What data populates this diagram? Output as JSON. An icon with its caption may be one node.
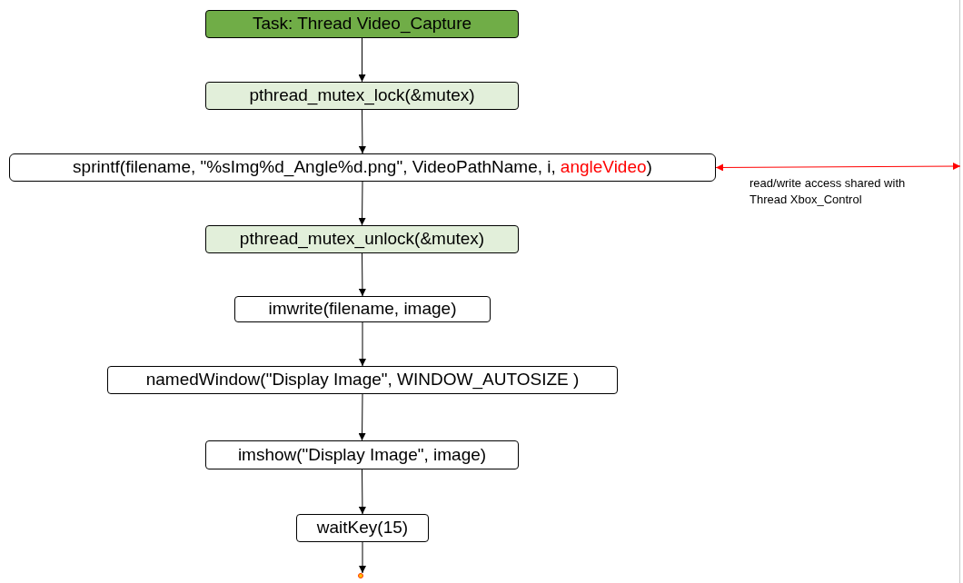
{
  "diagram": {
    "nodes": [
      {
        "text": [
          "Task: Thread Video_Capture"
        ]
      },
      {
        "text": [
          "pthread_mutex_lock(&mutex)"
        ]
      },
      {
        "text": [
          "sprintf(filename, \"%sImg%d_Angle%d.png\", VideoPathName, i,",
          "angleVideo",
          ")"
        ]
      },
      {
        "text": [
          "pthread_mutex_unlock(&mutex)"
        ]
      },
      {
        "text": [
          "imwrite(filename, image)"
        ]
      },
      {
        "text": [
          "namedWindow(\"Display Image\", WINDOW_AUTOSIZE )"
        ]
      },
      {
        "text": [
          "imshow(\"Display Image\", image)"
        ]
      },
      {
        "text": [
          "waitKey(15)"
        ]
      },
      {
        "text": [],
        "shape": "circle"
      }
    ],
    "edges": [
      {
        "from": 0,
        "to": 1,
        "arrow": "to"
      },
      {
        "from": 1,
        "to": 2,
        "arrow": "to"
      },
      {
        "from": 2,
        "to": 3,
        "arrow": "to"
      },
      {
        "from": 3,
        "to": 4,
        "arrow": "to"
      },
      {
        "from": 4,
        "to": 5,
        "arrow": "to"
      },
      {
        "from": 5,
        "to": 6,
        "arrow": "to"
      },
      {
        "from": 6,
        "to": 7,
        "arrow": "to"
      },
      {
        "from": 7,
        "to": 8,
        "arrow": "to"
      },
      {
        "from": 2,
        "to": null,
        "arrow": "both",
        "color": "#ff0000",
        "label": "read/write access shared with Thread Xbox_Control"
      }
    ]
  }
}
